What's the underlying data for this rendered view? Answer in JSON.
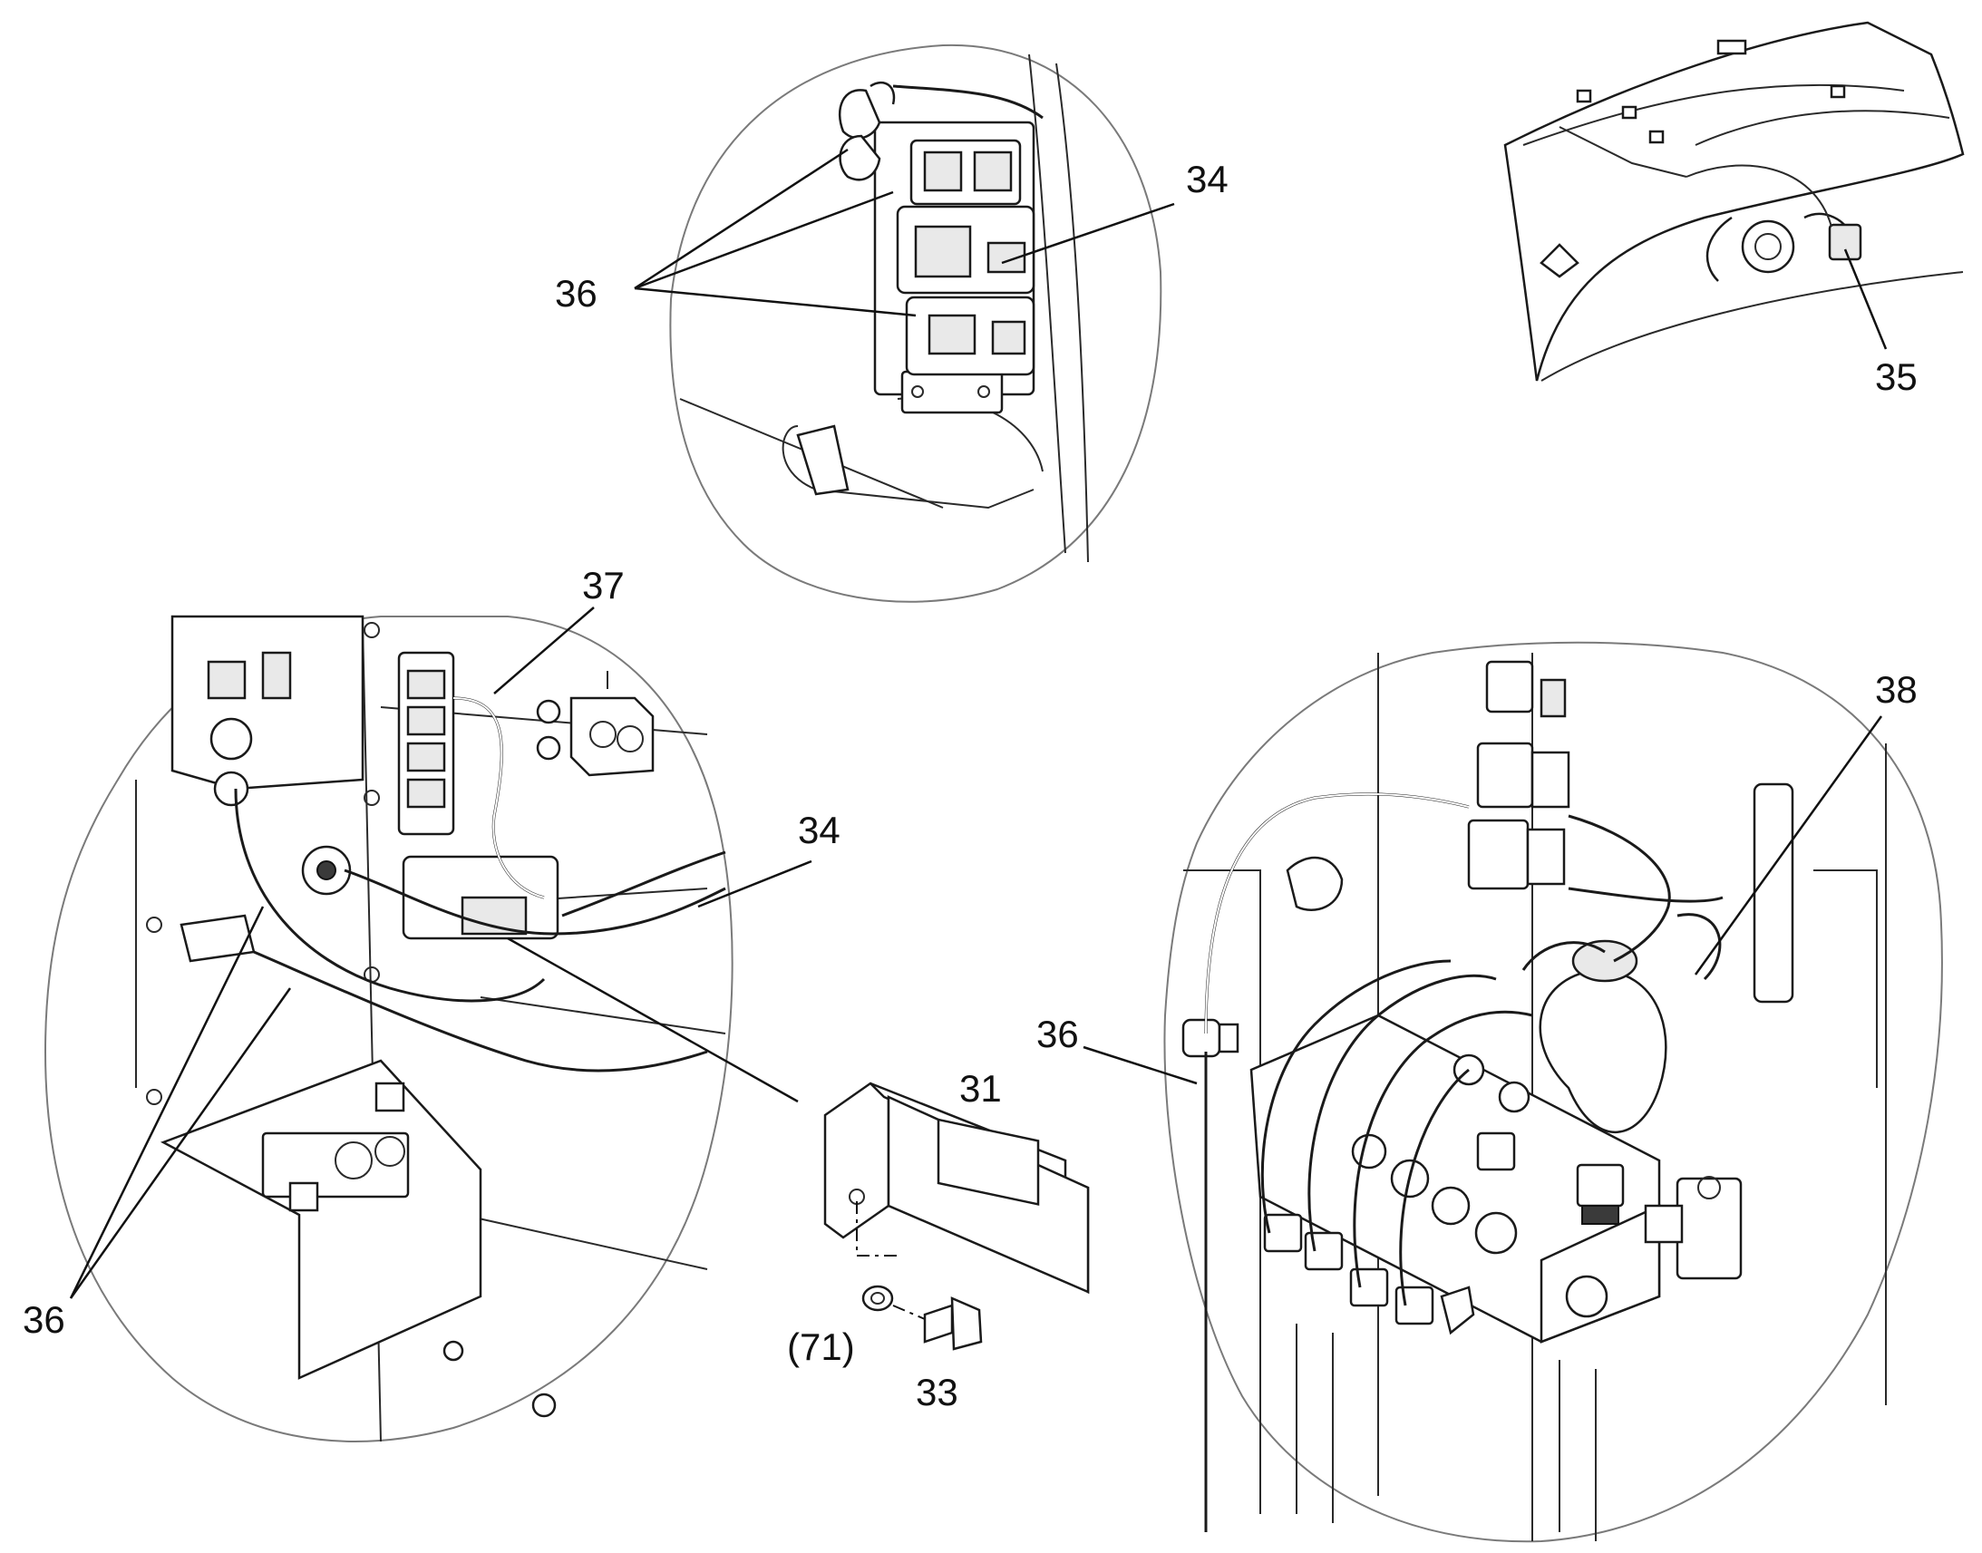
{
  "callouts": {
    "c31": "31",
    "c33": "33",
    "c34_top": "34",
    "c34_left": "34",
    "c35": "35",
    "c36_top": "36",
    "c36_left": "36",
    "c36_right": "36",
    "c37": "37",
    "c38": "38",
    "c71": "(71)"
  }
}
